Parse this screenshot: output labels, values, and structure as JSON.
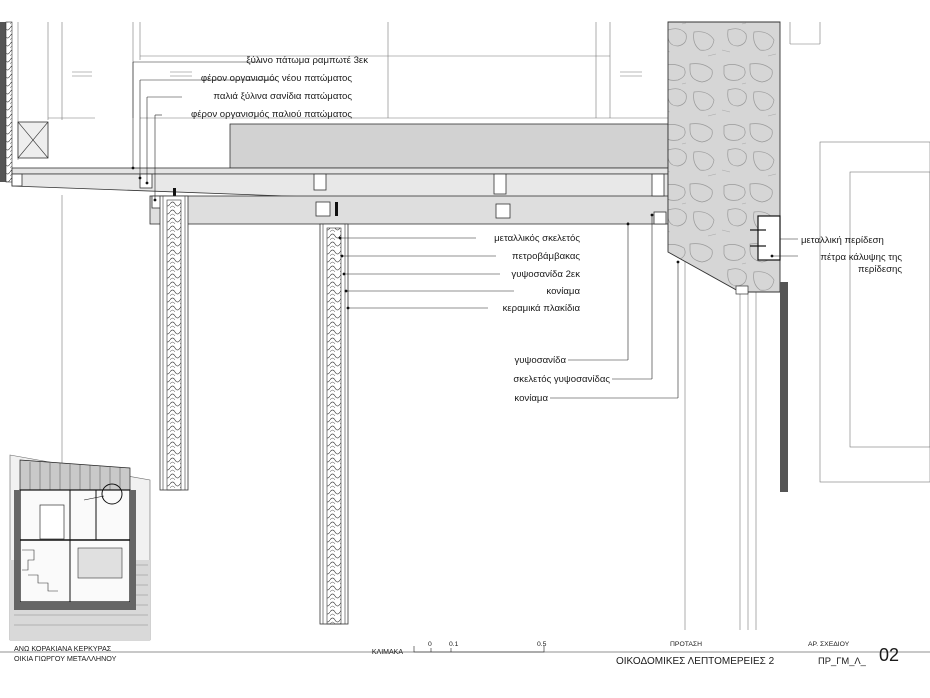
{
  "callouts_left": [
    "ξύλινο πάτωμα ραμπωτέ 3εκ",
    "φέρον οργανισμός νέου πατώματος",
    "παλιά ξύλινα σανίδια   πατώματος",
    "φέρον οργανισμός  παλιού πατώματος"
  ],
  "callouts_wall": [
    "μεταλλικός σκελετός",
    "πετροβάμβακας",
    "γυψοσανίδα 2εκ",
    "κονίαμα",
    "κεραμικά πλακίδια"
  ],
  "callouts_lower": [
    "γυψοσανίδα",
    "σκελετός γυψοσανίδας",
    "κονίαμα"
  ],
  "callouts_right": {
    "frame": "μεταλλική περίδεση",
    "stone_line1": "πέτρα κάλυψης της",
    "stone_line2": "περίδεσης"
  },
  "title_block": {
    "location": "ΑΝΩ ΚΟΡΑΚΙΑΝΑ ΚΕΡΚΥΡΑΣ",
    "house": "ΟΙΚΙΑ ΓΙΩΡΓΟΥ ΜΕΤΑΛΛΗΝΟΥ",
    "scale_label": "ΚΛΙΜΑΚΑ",
    "scale_ticks": [
      "0",
      "0.1",
      "0.5"
    ],
    "proposal": "ΠΡΟΤΑΣΗ",
    "drawing_title": "ΟΙΚΟΔΟΜΙΚΕΣ ΛΕΠΤΟΜΕΡΕΙΕΣ 2",
    "sheet_label": "ΑΡ. ΣΧΕΔΙΟΥ",
    "sheet_code": "ΠΡ_ΓΜ_Λ_",
    "sheet_number": "02"
  }
}
